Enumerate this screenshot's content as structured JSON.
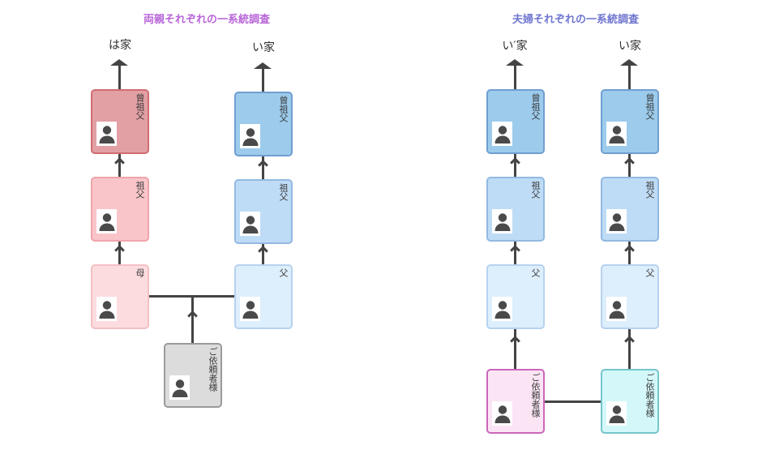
{
  "panels": [
    {
      "id": "parents-lineage",
      "title": "両親それぞれの一系統調査",
      "title_color": "#b866d8",
      "houses": [
        {
          "label": "は家"
        },
        {
          "label": "い家"
        }
      ],
      "columns": [
        {
          "house": "は家",
          "boxes": [
            {
              "label": "曾祖父",
              "color": "#e2a0a4"
            },
            {
              "label": "祖父",
              "color": "#f9c5c9"
            },
            {
              "label": "母",
              "color": "#fcdcdf"
            }
          ]
        },
        {
          "house": "い家",
          "boxes": [
            {
              "label": "曾祖父",
              "color": "#9ccbec"
            },
            {
              "label": "祖父",
              "color": "#bfdcf6"
            },
            {
              "label": "父",
              "color": "#ddeefc"
            }
          ]
        }
      ],
      "client": {
        "label": "ご依頼者様",
        "color": "#dcdcdc"
      }
    },
    {
      "id": "couple-lineage",
      "title": "夫婦それぞれの一系統調査",
      "title_color": "#6f76d0",
      "houses": [
        {
          "label": "い′家"
        },
        {
          "label": "い家"
        }
      ],
      "columns": [
        {
          "house": "い′家",
          "boxes": [
            {
              "label": "曾祖父",
              "color": "#9ccbec"
            },
            {
              "label": "祖父",
              "color": "#bfdcf6"
            },
            {
              "label": "父",
              "color": "#ddeefc"
            }
          ]
        },
        {
          "house": "い家",
          "boxes": [
            {
              "label": "曾祖父",
              "color": "#9ccbec"
            },
            {
              "label": "祖父",
              "color": "#bfdcf6"
            },
            {
              "label": "父",
              "color": "#ddeefc"
            }
          ]
        }
      ],
      "clients": [
        {
          "label": "ご依頼者様",
          "color": "#fbe5f5"
        },
        {
          "label": "ご依頼者様",
          "color": "#d4f8fa"
        }
      ]
    }
  ],
  "icons": {
    "person": "person-avatar-icon",
    "arrow": "arrow-up-icon"
  }
}
